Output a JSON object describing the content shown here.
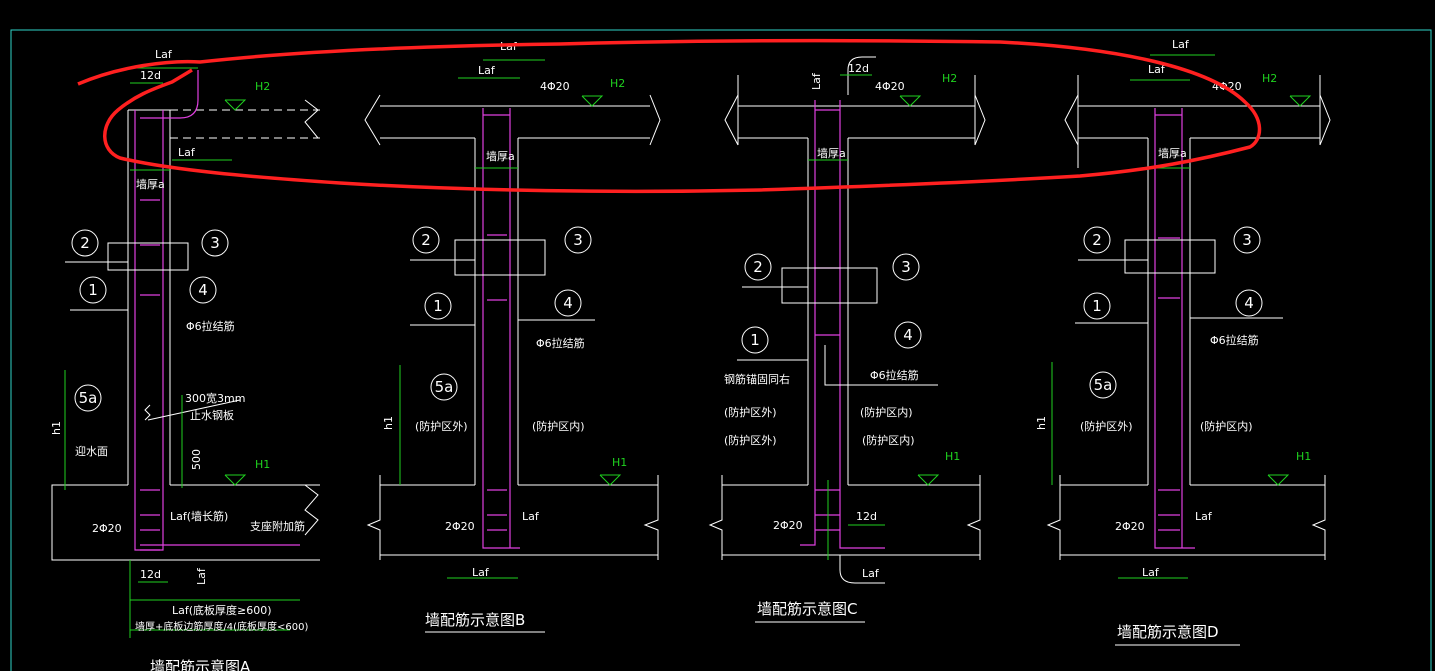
{
  "colors": {
    "background": "#000000",
    "lines": "#ffffff",
    "rebar": "#e040e0",
    "dims": "#1fd11f",
    "frame": "#30d5c8",
    "highlight": "#ff2020"
  },
  "labels": {
    "laf": "Laf",
    "d12": "12d",
    "h1": "h1",
    "h2": "H2",
    "H1": "H1",
    "bars4": "4Φ20",
    "bars2": "2Φ20",
    "wall": "墙厚a",
    "tie": "Φ6拉结筋",
    "n1": "1",
    "n2": "2",
    "n3": "3",
    "n4": "4",
    "n5a": "5a",
    "prot_out": "(防护区外)",
    "prot_in": "(防护区内)",
    "anchor_note": "钢筋锚固同右",
    "waterstop_1": "300宽3mm",
    "waterstop_2": "止水钢板",
    "facing": "迎水面",
    "dim500": "500",
    "laf_long": "Laf(墙长筋)",
    "support": "支座附加筋",
    "note_1": "Laf(底板厚度≥600)",
    "note_2": "墙厚+底板边筋厚度/4(底板厚度<600)",
    "title_a": "墙配筋示意图A",
    "title_b": "墙配筋示意图B",
    "title_c": "墙配筋示意图C",
    "title_d": "墙配筋示意图D"
  }
}
